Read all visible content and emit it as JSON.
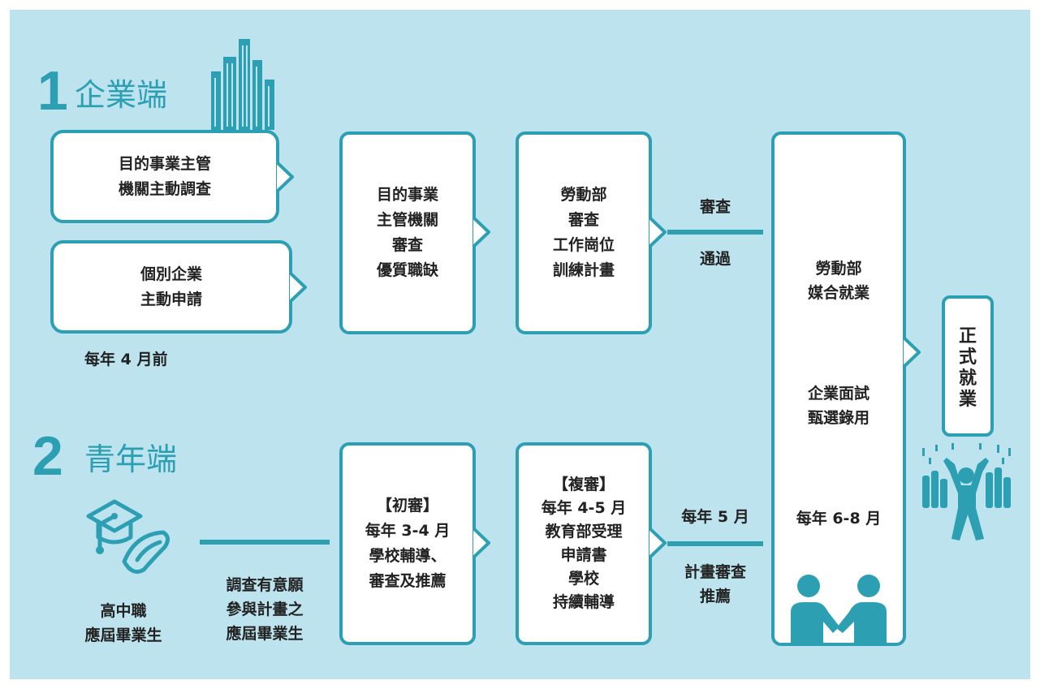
{
  "sections": {
    "enterprise": {
      "number": "1",
      "label": "企業端"
    },
    "youth": {
      "number": "2",
      "label": "青年端"
    }
  },
  "enterprise": {
    "survey_box": "目的事業主管\n機關主動調查",
    "apply_box": "個別企業\n主動申請",
    "deadline": "每年 4 月前",
    "review_box": "目的事業\n主管機關\n審查\n優質職缺",
    "labor_review_box": "勞動部\n審查\n工作崗位\n訓練計畫",
    "connector_top": "審查",
    "connector_bottom": "通過"
  },
  "youth": {
    "graduates": "高中職\n應屆畢業生",
    "survey_text": "調查有意願\n參與計畫之\n應屆畢業生",
    "initial_review_box": "【初審】\n每年 3-4 月\n學校輔導、\n審查及推薦",
    "second_review_box": "【複審】\n每年 4-5 月\n教育部受理\n申請書\n學校\n持續輔導",
    "connector_top": "每年 5 月",
    "connector_bottom": "計畫審查\n推薦"
  },
  "matching": {
    "line1": "勞動部\n媒合就業",
    "line2": "企業面試\n甄選錄用",
    "line3": "每年 6-8 月"
  },
  "final": {
    "label": "正式就業"
  },
  "icons": [
    "buildings-icon",
    "graduation-cap-icon",
    "handshake-icon",
    "cheering-crowd-icon"
  ],
  "colors": {
    "accent": "#2c9fb3",
    "background": "#bde4ee",
    "box": "#ffffff",
    "text": "#222222"
  }
}
